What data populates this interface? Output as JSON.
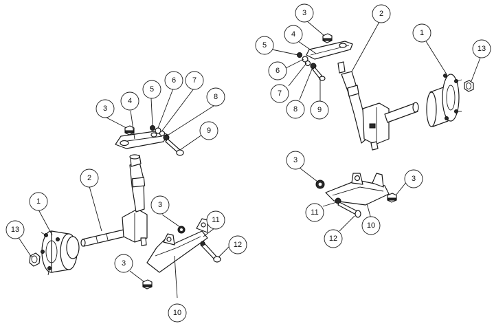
{
  "left_view": {
    "callouts": [
      {
        "id": "l-13",
        "label": "13"
      },
      {
        "id": "l-1",
        "label": "1"
      },
      {
        "id": "l-2",
        "label": "2"
      },
      {
        "id": "l-3a",
        "label": "3"
      },
      {
        "id": "l-4",
        "label": "4"
      },
      {
        "id": "l-5",
        "label": "5"
      },
      {
        "id": "l-6",
        "label": "6"
      },
      {
        "id": "l-7",
        "label": "7"
      },
      {
        "id": "l-8",
        "label": "8"
      },
      {
        "id": "l-9",
        "label": "9"
      },
      {
        "id": "l-3b",
        "label": "3"
      },
      {
        "id": "l-11",
        "label": "11"
      },
      {
        "id": "l-12",
        "label": "12"
      },
      {
        "id": "l-3c",
        "label": "3"
      },
      {
        "id": "l-10",
        "label": "10"
      }
    ]
  },
  "right_view": {
    "callouts": [
      {
        "id": "r-3a",
        "label": "3"
      },
      {
        "id": "r-4",
        "label": "4"
      },
      {
        "id": "r-5",
        "label": "5"
      },
      {
        "id": "r-6",
        "label": "6"
      },
      {
        "id": "r-7",
        "label": "7"
      },
      {
        "id": "r-8",
        "label": "8"
      },
      {
        "id": "r-9",
        "label": "9"
      },
      {
        "id": "r-2",
        "label": "2"
      },
      {
        "id": "r-1",
        "label": "1"
      },
      {
        "id": "r-13",
        "label": "13"
      },
      {
        "id": "r-3b",
        "label": "3"
      },
      {
        "id": "r-3c",
        "label": "3"
      },
      {
        "id": "r-11",
        "label": "11"
      },
      {
        "id": "r-12",
        "label": "12"
      },
      {
        "id": "r-10",
        "label": "10"
      }
    ]
  },
  "colors": {
    "line": "#1a1a1a",
    "background": "#ffffff"
  }
}
